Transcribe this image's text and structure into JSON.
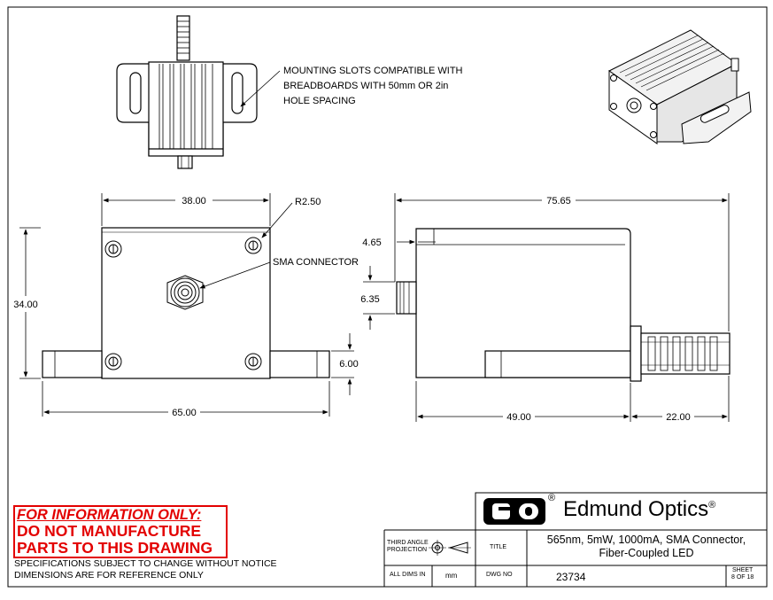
{
  "notes": {
    "mounting_line1": "MOUNTING SLOTS COMPATIBLE WITH",
    "mounting_line2": "BREADBOARDS WITH 50mm OR 2in",
    "mounting_line3": "HOLE SPACING",
    "radius": "R2.50",
    "sma": "SMA CONNECTOR"
  },
  "dimensions": {
    "front_width": "38.00",
    "front_height": "34.00",
    "base_width": "65.00",
    "base_height": "6.00",
    "side_length": "75.65",
    "lip": "4.65",
    "connector": "6.35",
    "body_length": "49.00",
    "heatsink_length": "22.00"
  },
  "warning": {
    "line1": "FOR INFORMATION ONLY:",
    "line2": "DO NOT MANUFACTURE",
    "line3": "PARTS TO THIS DRAWING"
  },
  "fine_print": {
    "line1": "SPECIFICATIONS SUBJECT TO CHANGE WITHOUT NOTICE",
    "line2": "DIMENSIONS ARE FOR REFERENCE ONLY"
  },
  "title_block": {
    "brand": "Edmund Optics",
    "registered": "®",
    "projection_label1": "THIRD ANGLE",
    "projection_label2": "PROJECTION",
    "title_label": "TITLE",
    "title_line1": "565nm, 5mW, 1000mA, SMA Connector,",
    "title_line2": "Fiber-Coupled LED",
    "all_dims_label": "ALL DIMS IN",
    "units": "mm",
    "dwg_no_label": "DWG NO",
    "dwg_no": "23734",
    "sheet_label": "SHEET",
    "sheet_value": "8 OF 18"
  },
  "colors": {
    "warning": "#e30000",
    "line": "#000000",
    "shade": "#d9d9d9"
  }
}
